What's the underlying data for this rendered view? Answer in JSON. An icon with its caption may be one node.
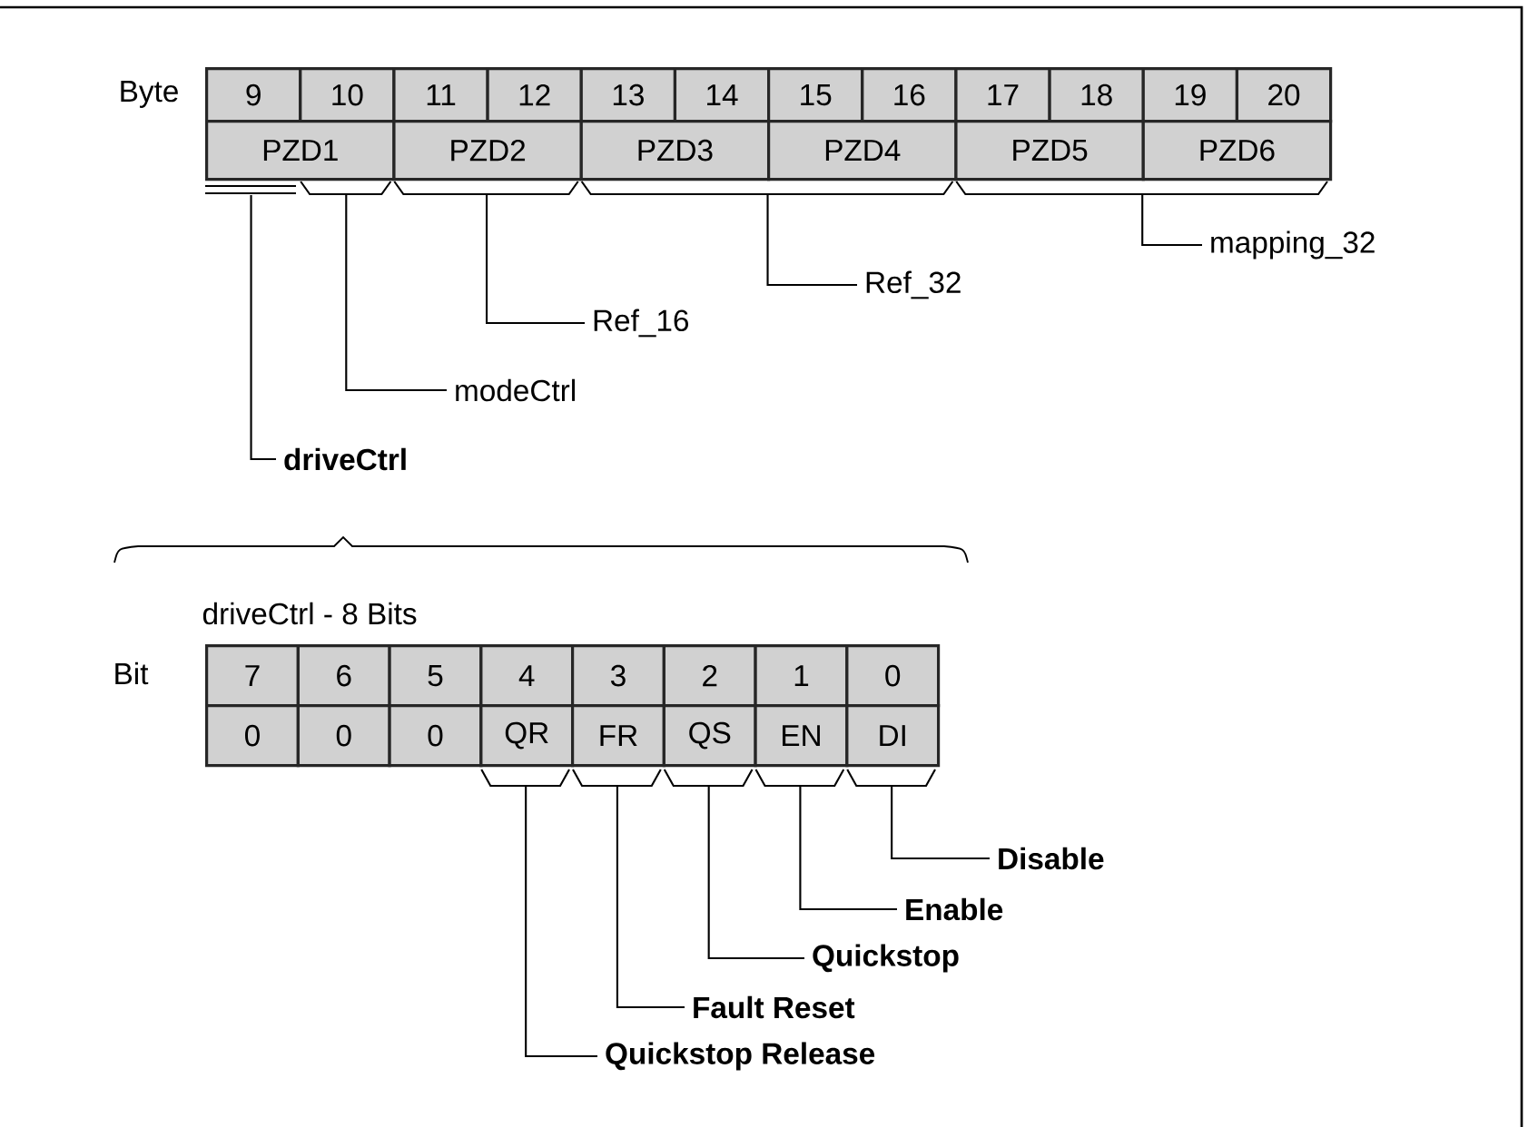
{
  "diagram": {
    "nodes": [
      {
        "text": [
          "9"
        ]
      },
      {
        "text": [
          "10"
        ]
      },
      {
        "text": [
          "11"
        ]
      },
      {
        "text": [
          "12"
        ]
      },
      {
        "text": [
          "13"
        ]
      },
      {
        "text": [
          "14"
        ]
      },
      {
        "text": [
          "15"
        ]
      },
      {
        "text": [
          "16"
        ]
      },
      {
        "text": [
          "17"
        ]
      },
      {
        "text": [
          "18"
        ]
      },
      {
        "text": [
          "19"
        ]
      },
      {
        "text": [
          "20"
        ]
      },
      {
        "text": [
          "PZD1"
        ]
      },
      {
        "text": [
          "PZD2"
        ]
      },
      {
        "text": [
          "PZD3"
        ]
      },
      {
        "text": [
          "PZD4"
        ]
      },
      {
        "text": [
          "PZD5"
        ]
      },
      {
        "text": [
          "PZD6"
        ]
      },
      {
        "text": [],
        "shape": "bar"
      },
      {
        "text": [],
        "shape": "brace"
      },
      {
        "text": [],
        "shape": "brace"
      },
      {
        "text": [],
        "shape": "brace"
      },
      {
        "text": [],
        "shape": "brace"
      },
      {
        "text": [
          "mapping_32"
        ]
      },
      {
        "text": [
          "Ref_32"
        ]
      },
      {
        "text": [
          "Ref_16"
        ]
      },
      {
        "text": [
          "modeCtrl"
        ]
      },
      {
        "text": [
          "driveCtrl"
        ]
      },
      {
        "text": [
          "7"
        ]
      },
      {
        "text": [
          "6"
        ]
      },
      {
        "text": [
          "5"
        ]
      },
      {
        "text": [
          "4"
        ]
      },
      {
        "text": [
          "3"
        ]
      },
      {
        "text": [
          "2"
        ]
      },
      {
        "text": [
          "1"
        ]
      },
      {
        "text": [
          "0"
        ]
      },
      {
        "text": [
          "0"
        ]
      },
      {
        "text": [
          "0"
        ]
      },
      {
        "text": [
          "0"
        ]
      },
      {
        "text": [
          "QR"
        ]
      },
      {
        "text": [
          "FR"
        ]
      },
      {
        "text": [
          "QS"
        ]
      },
      {
        "text": [
          "EN"
        ]
      },
      {
        "text": [
          "DI"
        ]
      },
      {
        "text": [],
        "shape": "brace"
      },
      {
        "text": [],
        "shape": "brace"
      },
      {
        "text": [],
        "shape": "brace"
      },
      {
        "text": [],
        "shape": "brace"
      },
      {
        "text": [],
        "shape": "brace"
      },
      {
        "text": [
          "Disable"
        ]
      },
      {
        "text": [
          "Enable"
        ]
      },
      {
        "text": [
          "Quickstop"
        ]
      },
      {
        "text": [
          "Fault Reset"
        ]
      },
      {
        "text": [
          "Quickstop Release"
        ]
      }
    ],
    "edges": [
      {
        "from": 23,
        "to": 22,
        "arrow": "none"
      },
      {
        "from": 24,
        "to": 21,
        "arrow": "none"
      },
      {
        "from": 25,
        "to": 20,
        "arrow": "none"
      },
      {
        "from": 26,
        "to": 19,
        "arrow": "none"
      },
      {
        "from": 27,
        "to": 18,
        "arrow": "none"
      },
      {
        "from": 49,
        "to": 48,
        "arrow": "none"
      },
      {
        "from": 50,
        "to": 47,
        "arrow": "none"
      },
      {
        "from": 51,
        "to": 46,
        "arrow": "none"
      },
      {
        "from": 52,
        "to": 45,
        "arrow": "none"
      },
      {
        "from": 53,
        "to": 44,
        "arrow": "none"
      }
    ],
    "labels": [
      "Byte",
      "driveCtrl - 8 Bits",
      "Bit"
    ]
  }
}
